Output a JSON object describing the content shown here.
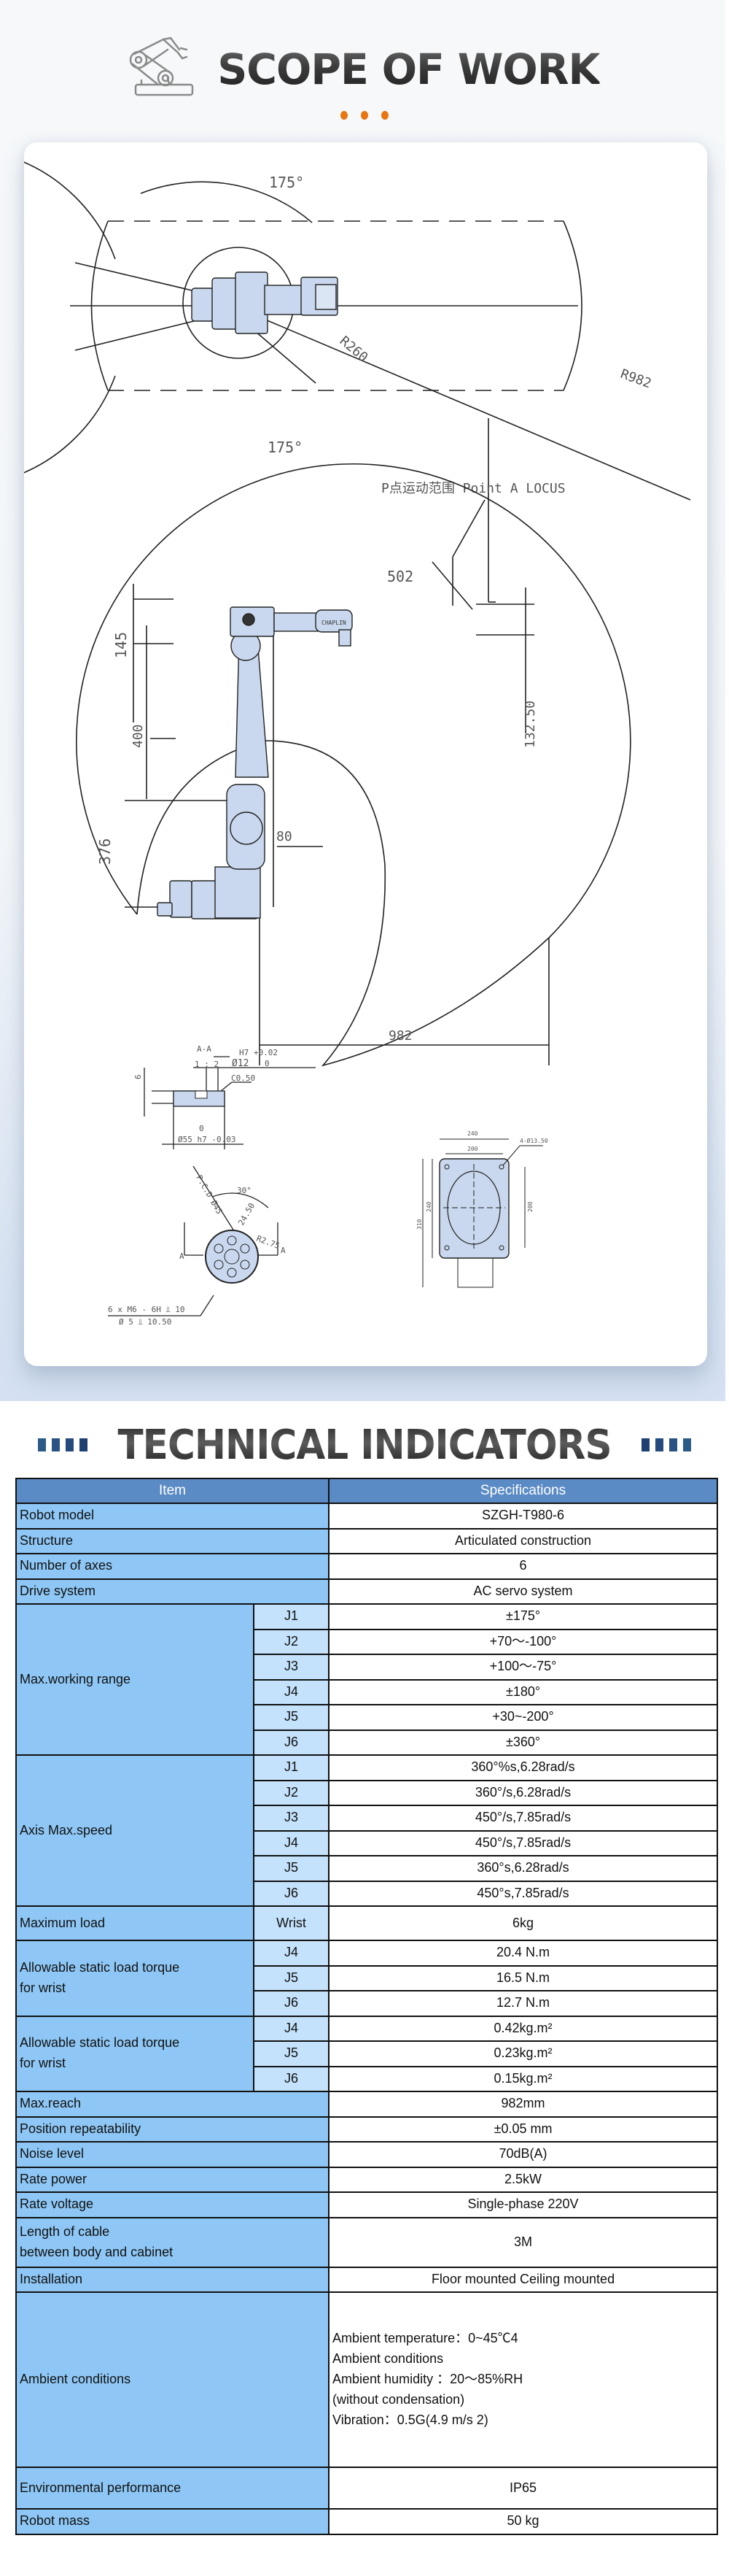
{
  "scope": {
    "title": "SCOPE OF WORK",
    "accent_color": "#e8750f",
    "dots": 3,
    "drawing": {
      "top_view": {
        "angle_top": "175°",
        "angle_bottom": "175°",
        "radius_inner": "R260",
        "radius_outer": "R982",
        "locus_label": "P点运动范围 Point A LOCUS"
      },
      "side_view": {
        "dim_502": "502",
        "dim_145": "145",
        "dim_400": "400",
        "dim_376": "376",
        "dim_80": "80",
        "dim_132_50": "132.50",
        "dim_982": "982",
        "arm_brand": "CHAPLIN"
      },
      "section_aa": {
        "title": "A-A",
        "scale": "1 : 2",
        "tolerance_top": "H7 +0.02",
        "tolerance_zero_top": "0",
        "bore": "Ø12",
        "chamfer": "C0.50",
        "depth": "6",
        "tolerance_zero_bottom": "0",
        "outer": "Ø55 h7 -0.03"
      },
      "flange_view": {
        "pcd": "P.C.D Ø45",
        "angle": "30°",
        "dim_24_50": "24.50",
        "radius": "R2.75",
        "section_mark_left": "A",
        "section_mark_right": "A",
        "thread_note_1": "6 x  M6 - 6H ⫫ 10",
        "thread_note_2": "Ø 5 ⫫ 10.50"
      },
      "base_view": {
        "width_outer": "240",
        "width_inner": "200",
        "holes": "4-Ø13.50",
        "height_total": "310",
        "height_outer": "240",
        "height_inner": "200"
      }
    }
  },
  "technical": {
    "title": "TECHNICAL INDICATORS",
    "bar_colors": [
      "#2c5a86",
      "#2a5284",
      "#254a7c",
      "#1e3f72"
    ],
    "header": {
      "item": "Item",
      "specifications": "Specifications"
    },
    "rows": {
      "robot_model": {
        "label": "Robot model",
        "value": "SZGH-T980-6"
      },
      "structure": {
        "label": "Structure",
        "value": "Articulated construction"
      },
      "axes": {
        "label": "Number of axes",
        "value": "6"
      },
      "drive": {
        "label": "Drive system",
        "value": "AC servo system"
      },
      "working_range": {
        "label": "Max.working range",
        "joints": [
          {
            "joint": "J1",
            "value": "±175°"
          },
          {
            "joint": "J2",
            "value": "+70～-100°"
          },
          {
            "joint": "J3",
            "value": "+100～-75°"
          },
          {
            "joint": "J4",
            "value": "±180°"
          },
          {
            "joint": "J5",
            "value": "+30~-200°"
          },
          {
            "joint": "J6",
            "value": "±360°"
          }
        ]
      },
      "axis_speed": {
        "label": "Axis Max.speed",
        "joints": [
          {
            "joint": "J1",
            "value": "360°%s,6.28rad/s"
          },
          {
            "joint": "J2",
            "value": "360°/s,6.28rad/s"
          },
          {
            "joint": "J3",
            "value": "450°/s,7.85rad/s"
          },
          {
            "joint": "J4",
            "value": "450°/s,7.85rad/s"
          },
          {
            "joint": "J5",
            "value": "360°s,6.28rad/s"
          },
          {
            "joint": "J6",
            "value": "450°s,7.85rad/s"
          }
        ]
      },
      "max_load": {
        "label": "Maximum load",
        "sub": "Wrist",
        "value": "6kg"
      },
      "torque": {
        "label_line1": "Allowable static load torque",
        "label_line2": "for wrist",
        "joints": [
          {
            "joint": "J4",
            "value": "20.4 N.m"
          },
          {
            "joint": "J5",
            "value": "16.5 N.m"
          },
          {
            "joint": "J6",
            "value": "12.7 N.m"
          }
        ]
      },
      "inertia": {
        "label_line1": "Allowable static load torque",
        "label_line2": "for wrist",
        "joints": [
          {
            "joint": "J4",
            "value": "0.42kg.m²"
          },
          {
            "joint": "J5",
            "value": "0.23kg.m²"
          },
          {
            "joint": "J6",
            "value": "0.15kg.m²"
          }
        ]
      },
      "max_reach": {
        "label": "Max.reach",
        "value": "982mm"
      },
      "repeatability": {
        "label": "Position repeatability",
        "value": "±0.05 mm"
      },
      "noise": {
        "label": "Noise level",
        "value": "70dB(A)"
      },
      "power": {
        "label": "Rate power",
        "value": "2.5kW"
      },
      "voltage": {
        "label": "Rate voltage",
        "value": "Single-phase 220V"
      },
      "cable": {
        "label_line1": "Length of cable",
        "label_line2": "between body and cabinet",
        "value": "3M"
      },
      "installation": {
        "label": "Installation",
        "value": "Floor mounted Ceiling mounted"
      },
      "ambient": {
        "label": "Ambient conditions",
        "lines": [
          "Ambient temperature：0~45℃4",
          "Ambient conditions",
          "Ambient humidity ：20～85%RH",
          "(without condensation)",
          "Vibration：0.5G(4.9 m/s 2)"
        ]
      },
      "environmental": {
        "label": "Environmental performance",
        "value": "IP65"
      },
      "mass": {
        "label": "Robot mass",
        "value": "50 kg"
      }
    }
  }
}
